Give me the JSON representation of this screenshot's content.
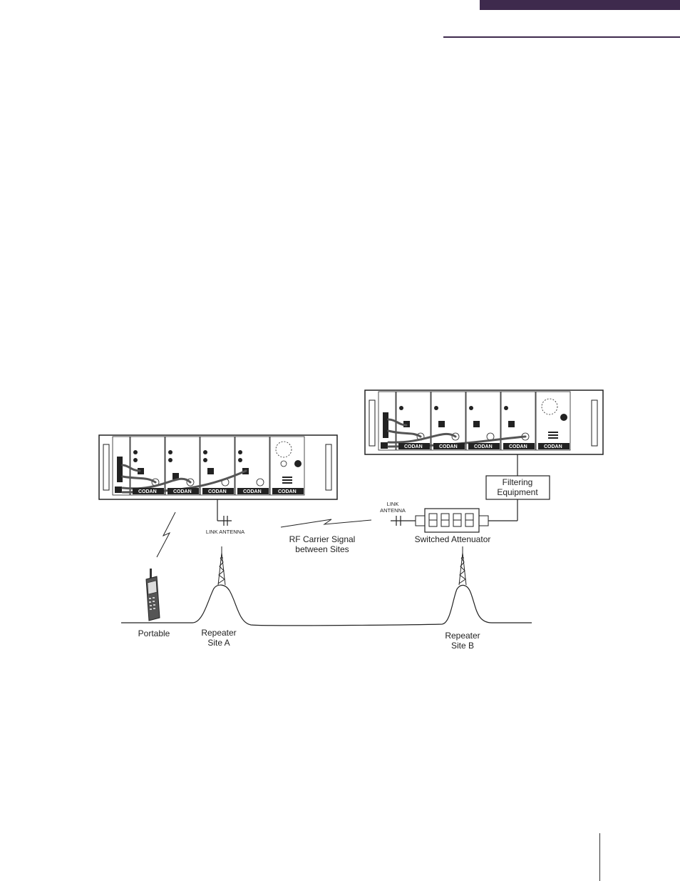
{
  "labels": {
    "filtering_line1": "Filtering",
    "filtering_line2": "Equipment",
    "link_antenna_b_line1": "LINK",
    "link_antenna_b_line2": "ANTENNA",
    "link_antenna_a": "LINK ANTENNA",
    "rf_line1": "RF Carrier Signal",
    "rf_line2": "between Sites",
    "switched_attenuator": "Switched Attenuator",
    "portable": "Portable",
    "site_a_line1": "Repeater",
    "site_a_line2": "Site A",
    "site_b_line1": "Repeater",
    "site_b_line2": "Site B"
  },
  "rack_brand": "CODAN",
  "colors": {
    "header_accent": "#3e2a4d",
    "line": "#222222"
  }
}
